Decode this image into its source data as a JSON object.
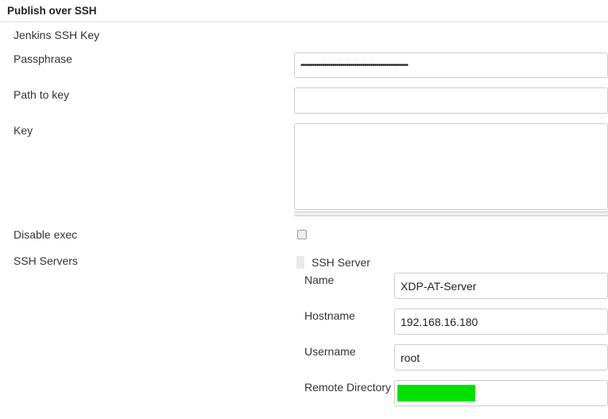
{
  "section_title": "Publish over SSH",
  "fields": {
    "jenkins_ssh_key_label": "Jenkins SSH Key",
    "passphrase_label": "Passphrase",
    "passphrase_value": "••••••••••••••••••••••••••••••••••••••••••••••••••••••",
    "path_to_key_label": "Path to key",
    "path_to_key_value": "",
    "key_label": "Key",
    "key_value": "",
    "disable_exec_label": "Disable exec",
    "disable_exec_checked": false,
    "ssh_servers_label": "SSH Servers"
  },
  "ssh_server": {
    "header": "SSH Server",
    "name_label": "Name",
    "name_value": "XDP-AT-Server",
    "hostname_label": "Hostname",
    "hostname_value": "192.168.16.180",
    "username_label": "Username",
    "username_value": "root",
    "remote_directory_label": "Remote Directory",
    "remote_directory_redaction_color": "#00e000"
  }
}
